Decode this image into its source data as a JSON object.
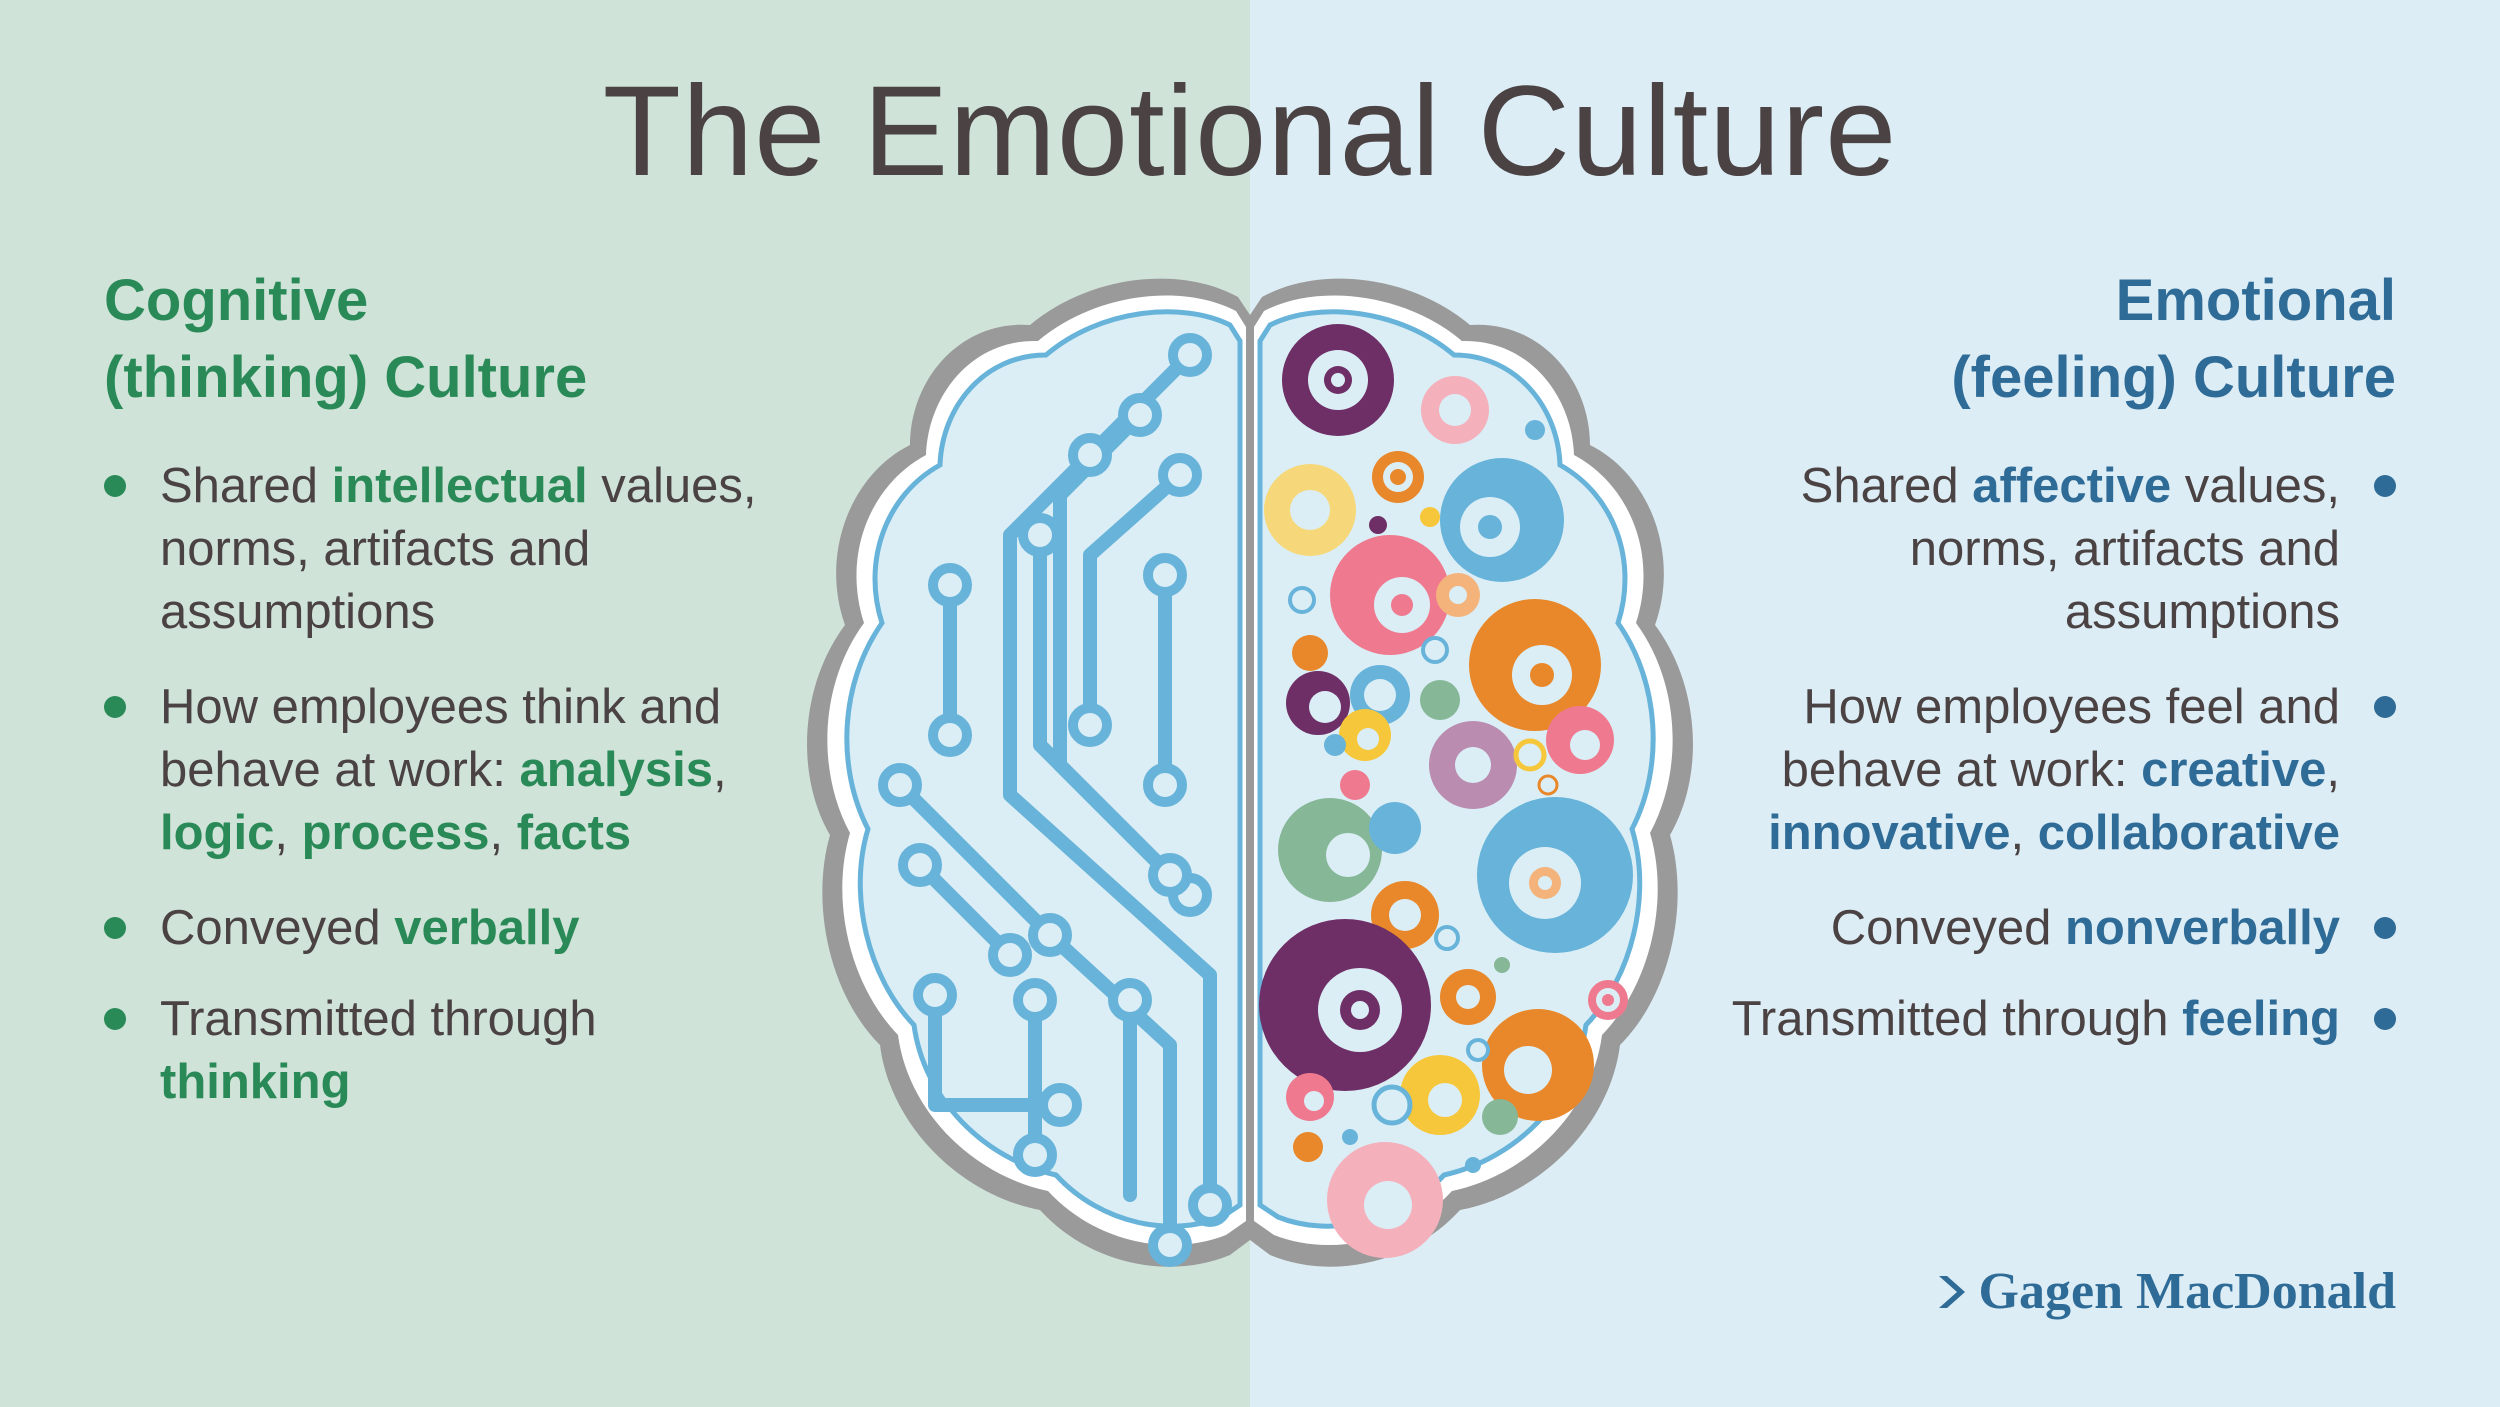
{
  "title": "The Emotional Culture",
  "cognitive": {
    "heading_line1": "Cognitive",
    "heading_line2": "(thinking) Culture",
    "items": [
      {
        "pre": "Shared ",
        "hl": "intellectual",
        "post": " values, norms, artifacts and assumptions"
      },
      {
        "pre": "How employees think and behave at work: ",
        "hl1": "analysis",
        "sep1": ", ",
        "hl2": "logic",
        "sep2": ", ",
        "hl3": "process",
        "sep3": ", ",
        "hl4": "facts"
      },
      {
        "pre": "Conveyed ",
        "hl": "verbally"
      },
      {
        "pre": "Transmitted through ",
        "hl": "thinking"
      }
    ]
  },
  "emotional": {
    "heading_line1": "Emotional",
    "heading_line2": "(feeling) Culture",
    "items": [
      {
        "pre": "Shared ",
        "hl": "affective",
        "post": " values, norms, artifacts and assumptions"
      },
      {
        "pre": "How employees feel and behave at work: ",
        "hl1": "creative",
        "sep1": ", ",
        "hl2": "innovative",
        "sep2": ", ",
        "hl3": "collaborative"
      },
      {
        "pre": "Conveyed ",
        "hl": "nonverbally"
      },
      {
        "pre": "Transmitted through ",
        "hl": "feeling"
      }
    ]
  },
  "logo": {
    "text": "Gagen MacDonald",
    "icon": "chevron-icon"
  },
  "colors": {
    "left_bg": "#cfe3d9",
    "right_bg": "#dcedf5",
    "cognitive_accent": "#2a8a57",
    "emotional_accent": "#2f6b97",
    "circuit": "#67b3d9",
    "purple": "#6e2e66",
    "pink": "#ef7a8f",
    "orange": "#e8882a",
    "yellow": "#f6c73a",
    "blue": "#67b3d9",
    "green": "#86b797"
  }
}
